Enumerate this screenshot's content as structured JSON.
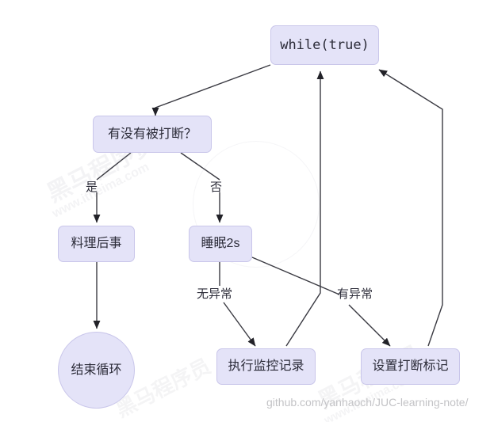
{
  "diagram": {
    "title": "while(true) interrupt handling flowchart",
    "colors": {
      "node_fill": "#e4e3f8",
      "node_border": "#c9c6ea",
      "edge_stroke": "#3a3a42",
      "text": "#2b2b38",
      "footer_text": "#c3c3c6",
      "background": "#ffffff"
    },
    "nodes": [
      {
        "id": "loop",
        "label": "while(true)",
        "shape": "rounded-rect"
      },
      {
        "id": "check",
        "label": "有没有被打断？",
        "shape": "rounded-rect"
      },
      {
        "id": "cleanup",
        "label": "料理后事",
        "shape": "rounded-rect"
      },
      {
        "id": "sleep",
        "label": "睡眠2s",
        "shape": "rounded-rect"
      },
      {
        "id": "end",
        "label": "结束循环",
        "shape": "ellipse"
      },
      {
        "id": "monitor",
        "label": "执行监控记录",
        "shape": "rounded-rect"
      },
      {
        "id": "setflag",
        "label": "设置打断标记",
        "shape": "rounded-rect"
      }
    ],
    "edges": [
      {
        "from": "loop",
        "to": "check",
        "label": ""
      },
      {
        "from": "check",
        "to": "cleanup",
        "label": "是"
      },
      {
        "from": "check",
        "to": "sleep",
        "label": "否"
      },
      {
        "from": "cleanup",
        "to": "end",
        "label": ""
      },
      {
        "from": "sleep",
        "to": "monitor",
        "label": "无异常"
      },
      {
        "from": "sleep",
        "to": "setflag",
        "label": "有异常"
      },
      {
        "from": "monitor",
        "to": "loop",
        "label": ""
      },
      {
        "from": "setflag",
        "to": "loop",
        "label": ""
      }
    ],
    "edge_labels": {
      "yes": "是",
      "no": "否",
      "no_exception": "无异常",
      "has_exception": "有异常"
    },
    "footer": "github.com/yanhaoch/JUC-learning-note/",
    "watermark": {
      "brand": "黑马程序员",
      "url": "www.itheima.com"
    }
  }
}
